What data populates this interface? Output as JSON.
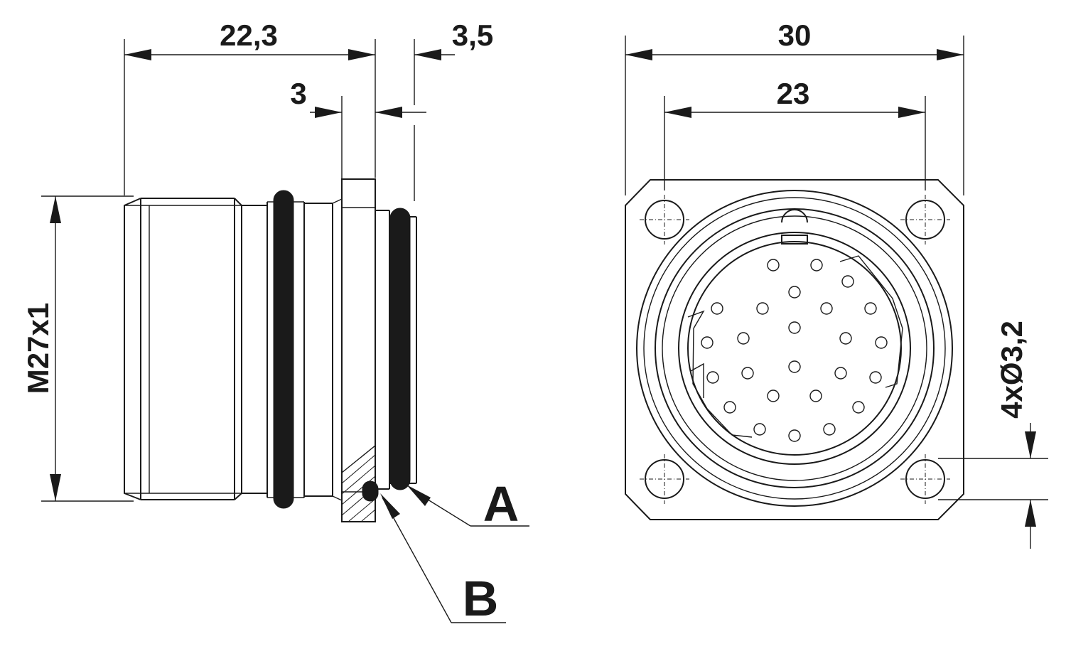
{
  "dimensions": {
    "length_total": "22,3",
    "length_flange": "3",
    "length_front": "3,5",
    "thread": "M27x1",
    "width_flange": "30",
    "hole_spacing": "23",
    "hole_size": "4xØ3,2"
  },
  "callouts": {
    "a": "A",
    "b": "B"
  }
}
